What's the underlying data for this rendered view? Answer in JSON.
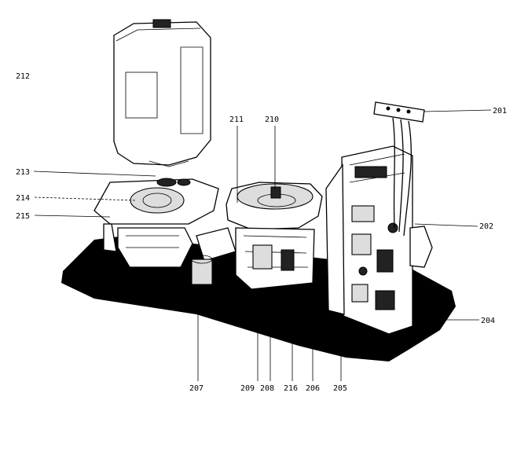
{
  "labels": {
    "p201": "201",
    "p202": "202",
    "p204": "204",
    "p205": "205",
    "p206": "206",
    "p207": "207",
    "p208": "208",
    "p209": "209",
    "p210": "210",
    "p211": "211",
    "p212": "212",
    "p213": "213",
    "p214": "214",
    "p215": "215",
    "p216": "216"
  }
}
